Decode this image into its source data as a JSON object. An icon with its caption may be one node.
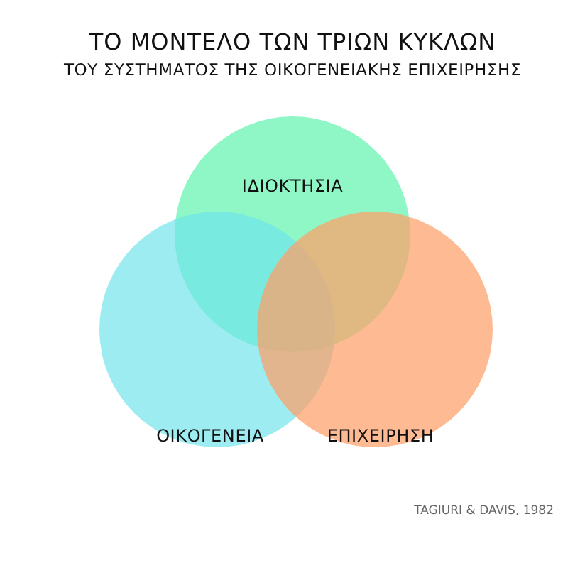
{
  "diagram": {
    "title": "ΤΟ ΜΟΝΤΕΛΟ ΤΩΝ ΤΡΙΩΝ ΚΥΚΛΩΝ",
    "nodes": [
      {
        "text": [
          "ΙΔΙΟΚΤΗΣΙΑ"
        ]
      },
      {
        "text": [
          "ΟΙΚΟΓΕΝΕΙΑ"
        ]
      },
      {
        "text": [
          "ΕΠΙΧΕΙΡΗΣΗ"
        ]
      }
    ],
    "labels": [
      "ΤΟΥ ΣΥΣΤΗΜΑΤΟΣ ΤΗΣ ΟΙΚΟΓΕΝΕΙΑΚΗΣ ΕΠΙΧΕΙΡΗΣΗΣ",
      "TAGIURI & DAVIS, 1982"
    ]
  }
}
